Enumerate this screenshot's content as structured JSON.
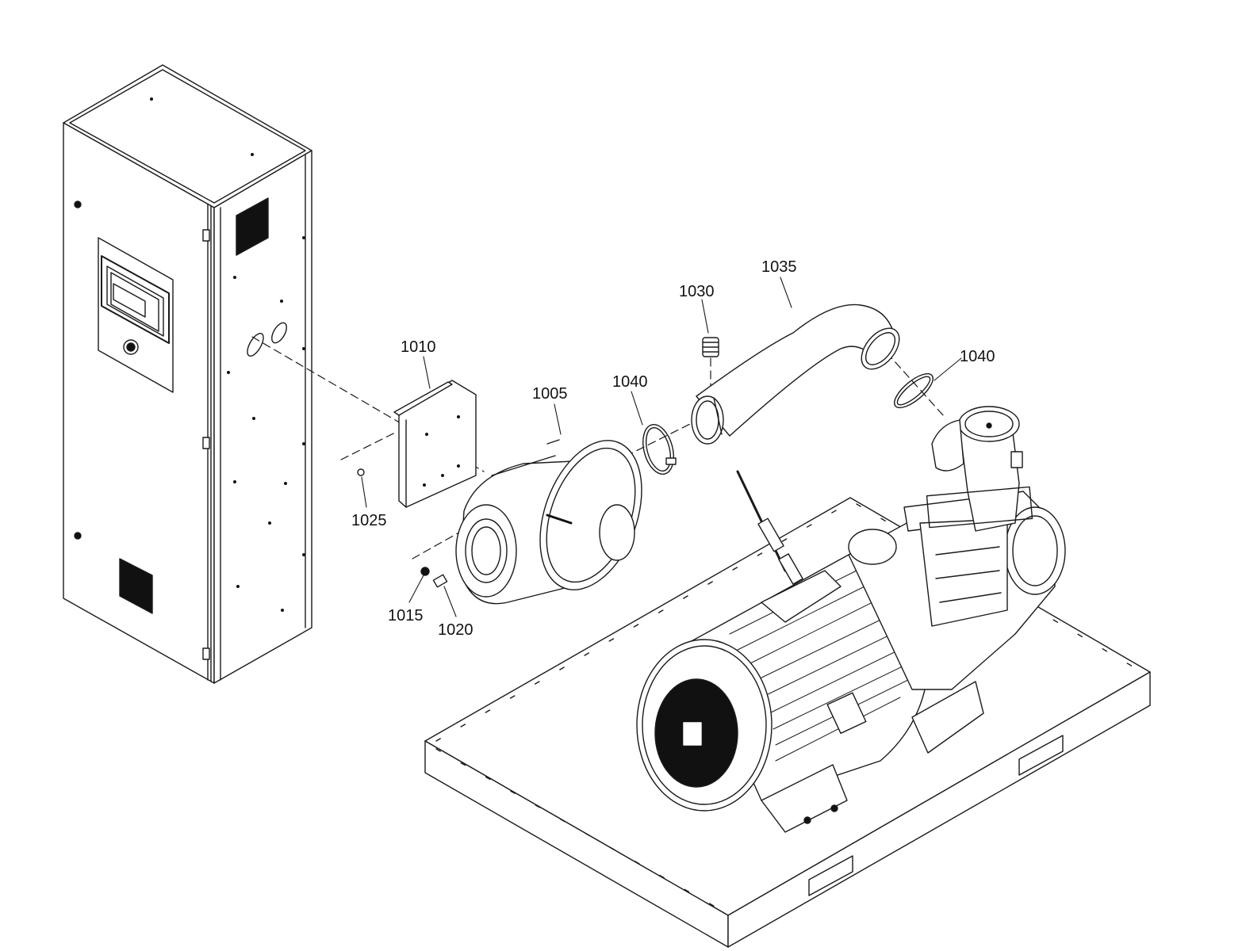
{
  "diagram": {
    "callouts": [
      {
        "id": "callout-1035",
        "text": "1035"
      },
      {
        "id": "callout-1030",
        "text": "1030"
      },
      {
        "id": "callout-1040-right",
        "text": "1040"
      },
      {
        "id": "callout-1010",
        "text": "1010"
      },
      {
        "id": "callout-1005",
        "text": "1005"
      },
      {
        "id": "callout-1040-left",
        "text": "1040"
      },
      {
        "id": "callout-1025",
        "text": "1025"
      },
      {
        "id": "callout-1015",
        "text": "1015"
      },
      {
        "id": "callout-1020",
        "text": "1020"
      }
    ],
    "colors": {
      "line": "#1a1a1a",
      "fill": "#ffffff",
      "dark": "#111111"
    }
  }
}
